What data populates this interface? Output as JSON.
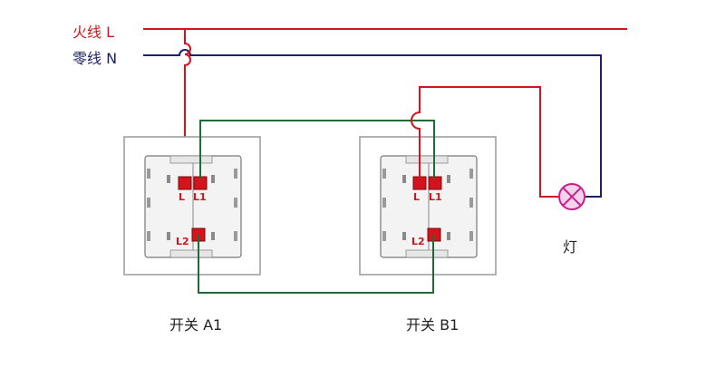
{
  "labels": {
    "live": "火线 L",
    "neutral": "零线 N",
    "switch_a": "开关 A1",
    "switch_b": "开关 B1",
    "lamp": "灯"
  },
  "terminals": {
    "l": "L",
    "l1": "L1",
    "l2": "L2"
  },
  "colors": {
    "live_wire": "#d4141c",
    "neutral_wire": "#1d2268",
    "traveler_wire": "#1f6b35",
    "lamp": "#c8208a",
    "plate_border": "#9a9a9a"
  }
}
